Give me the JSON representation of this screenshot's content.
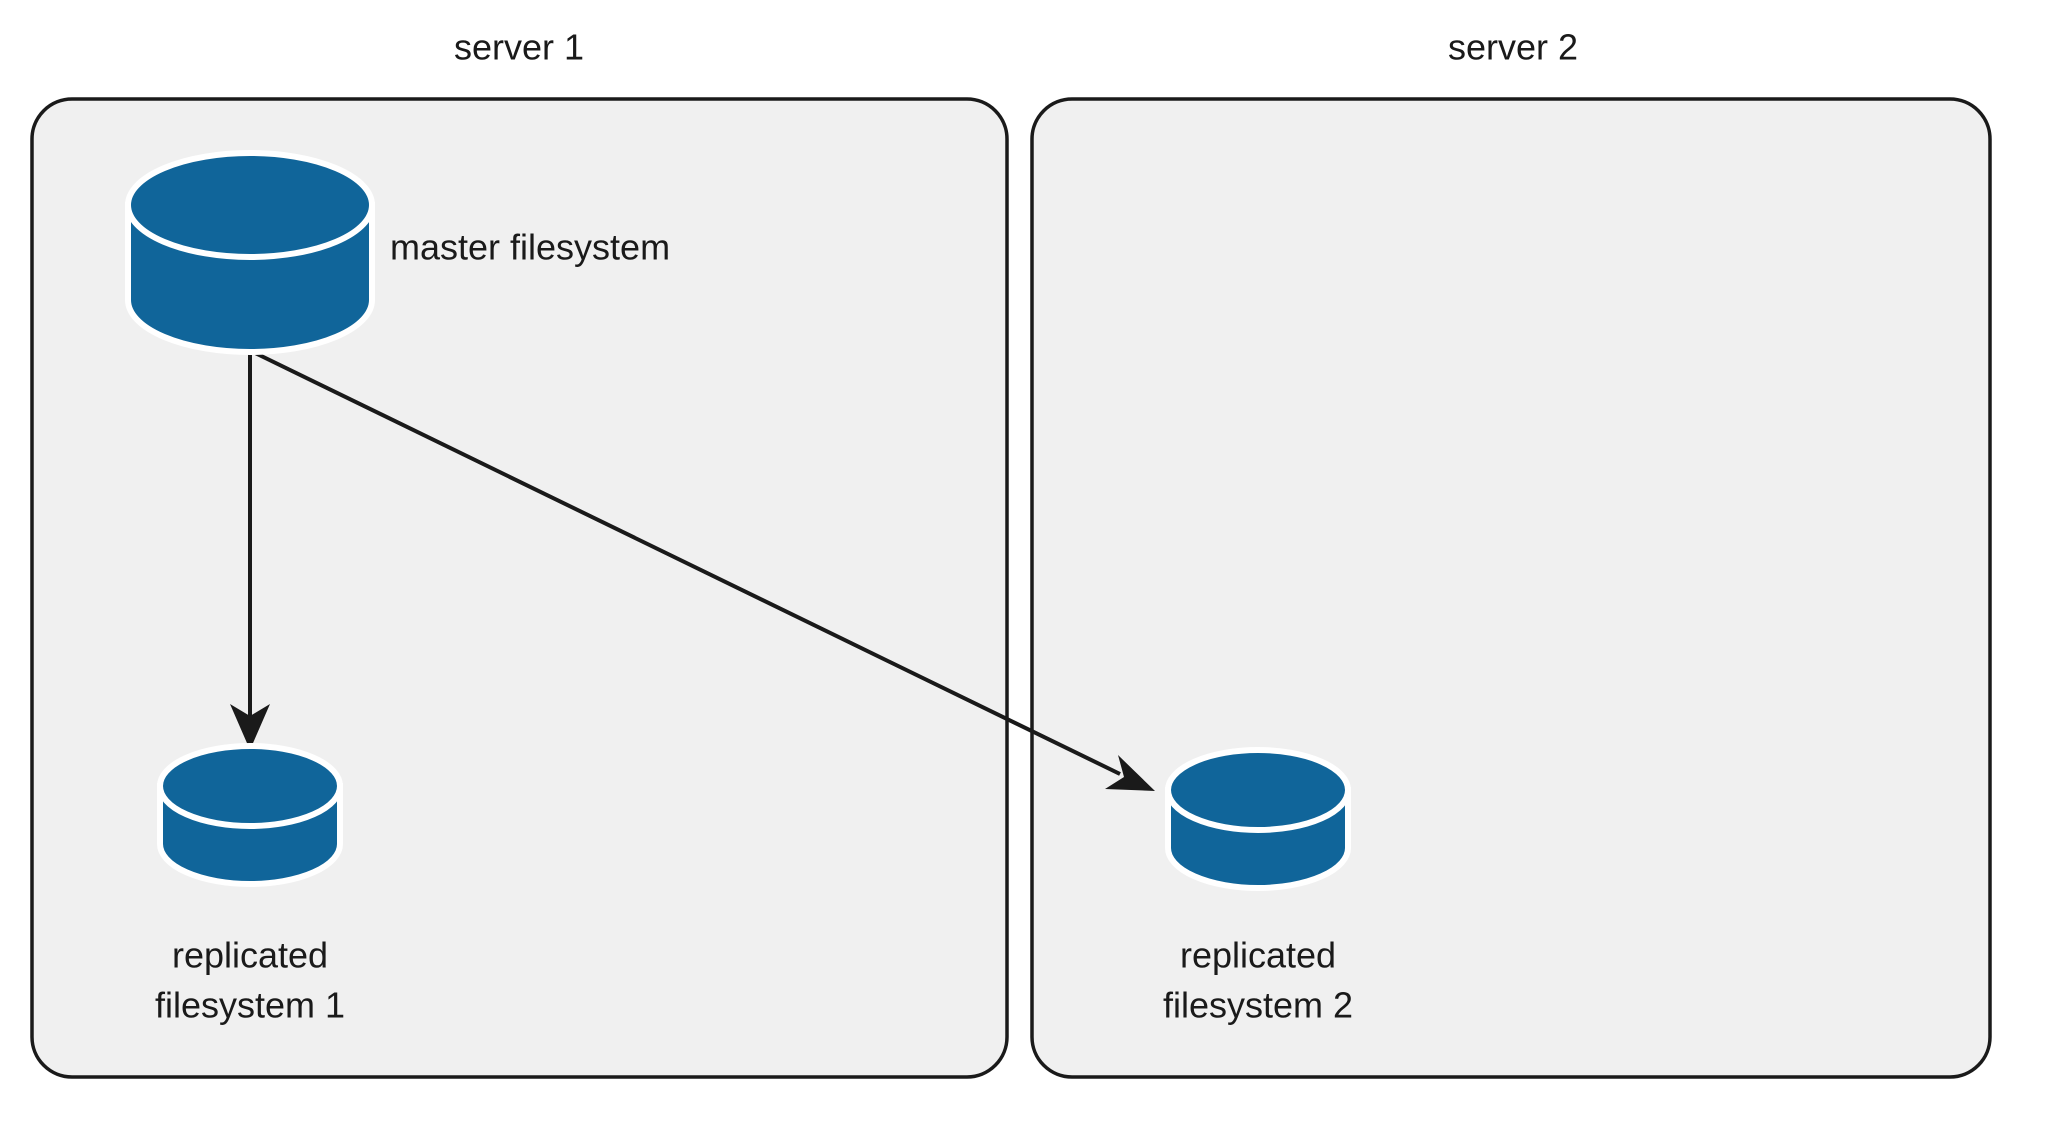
{
  "diagram": {
    "title_text": "",
    "colors": {
      "cylinder_fill": "#10659a",
      "cylinder_outline": "#ffffff",
      "container_fill": "#f0f0f0",
      "container_stroke": "#1a1a1a",
      "edge_stroke": "#1a1a1a",
      "page_background": "#ffffff",
      "text": "#1a1a1a"
    },
    "containers": [
      {
        "id": "server-1",
        "label": "server 1"
      },
      {
        "id": "server-2",
        "label": "server 2"
      }
    ],
    "nodes": [
      {
        "id": "master-filesystem",
        "label": "master filesystem",
        "shape": "cylinder",
        "container": "server 1"
      },
      {
        "id": "replicated-filesystem-1",
        "label_line_1": "replicated",
        "label_line_2": "filesystem 1",
        "shape": "cylinder",
        "container": "server 1"
      },
      {
        "id": "replicated-filesystem-2",
        "label_line_1": "replicated",
        "label_line_2": "filesystem 2",
        "shape": "cylinder",
        "container": "server 2"
      }
    ],
    "edges": [
      {
        "id": "edge-master-to-replica-1",
        "from": "master filesystem",
        "to": "replicated filesystem 1",
        "label": "",
        "arrow": "single"
      },
      {
        "id": "edge-master-to-replica-2",
        "from": "master filesystem",
        "to": "replicated filesystem 2",
        "label": "",
        "arrow": "single"
      }
    ]
  }
}
